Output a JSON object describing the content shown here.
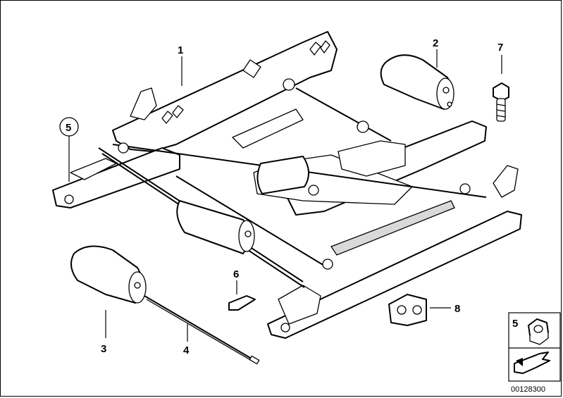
{
  "diagram": {
    "callouts": [
      {
        "id": "1",
        "label": "1"
      },
      {
        "id": "2",
        "label": "2"
      },
      {
        "id": "3",
        "label": "3"
      },
      {
        "id": "4",
        "label": "4"
      },
      {
        "id": "5",
        "label": "5"
      },
      {
        "id": "6",
        "label": "6"
      },
      {
        "id": "7",
        "label": "7"
      },
      {
        "id": "8",
        "label": "8"
      }
    ],
    "legend": {
      "label": "5",
      "icon": "hex-nut-icon",
      "arrow_icon": "return-arrow-icon"
    },
    "reference_number": "00128300"
  },
  "colors": {
    "line": "#000000",
    "background": "#ffffff",
    "shade": "#d9d9d9"
  }
}
